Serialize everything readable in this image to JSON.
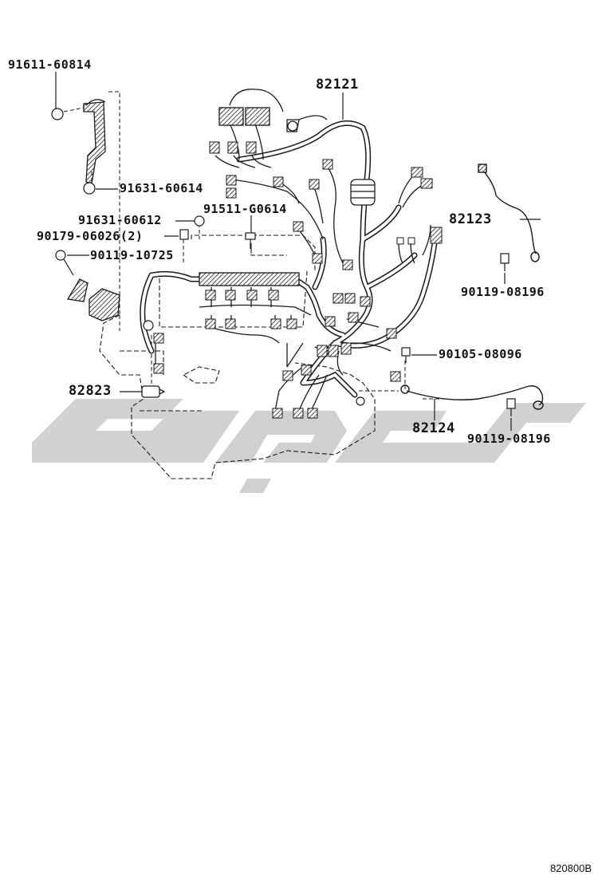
{
  "part_labels": {
    "p91611_60814": "91611-60814",
    "p82121": "82121",
    "p91631_60614": "91631-60614",
    "p91631_60612": "91631-60612",
    "p91511_G0614": "91511-G0614",
    "p90179_06026": "90179-06026(2)",
    "p90119_10725": "90119-10725",
    "p82123": "82123",
    "p90119_08196_a": "90119-08196",
    "p90105_08096": "90105-08096",
    "p82823": "82823",
    "p82124": "82124",
    "p90119_08196_b": "90119-08196"
  },
  "diagram_code": "820800B",
  "colors": {
    "line": "#1a1a1a",
    "watermark": "#cccccc",
    "connector_fill": "#888888"
  }
}
